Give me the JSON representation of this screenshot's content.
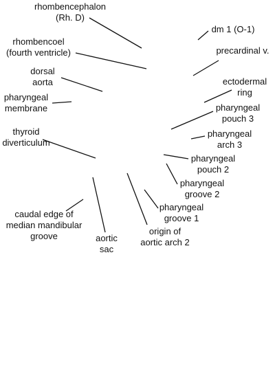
{
  "diagram": {
    "labels": {
      "rhombencephalon": [
        "rhombencephalon",
        "(Rh. D)"
      ],
      "rhombencoel": [
        "rhombencoel",
        "(fourth ventricle)"
      ],
      "dorsal_aorta": [
        "dorsal",
        "aorta"
      ],
      "pharyngeal_membrane": [
        "pharyngeal",
        "membrane"
      ],
      "thyroid_diverticulum": [
        "thyroid",
        "diverticulum"
      ],
      "caudal_edge": [
        "caudal edge of",
        "median mandibular",
        "groove"
      ],
      "aortic_sac": [
        "aortic",
        "sac"
      ],
      "origin_aortic_arch_2": [
        "origin of",
        "aortic arch 2"
      ],
      "pharyngeal_groove_1": [
        "pharyngeal",
        "groove 1"
      ],
      "pharyngeal_groove_2": [
        "pharyngeal",
        "groove 2"
      ],
      "pharyngeal_pouch_2": [
        "pharyngeal",
        "pouch 2"
      ],
      "pharyngeal_arch_3": [
        "pharyngeal",
        "arch 3"
      ],
      "pharyngeal_pouch_3": [
        "pharyngeal",
        "pouch 3"
      ],
      "ectodermal_ring": [
        "ectodermal",
        "ring"
      ],
      "precardinal_v": [
        "precardinal v."
      ],
      "dm1": [
        "dm 1 (O-1)"
      ]
    }
  }
}
